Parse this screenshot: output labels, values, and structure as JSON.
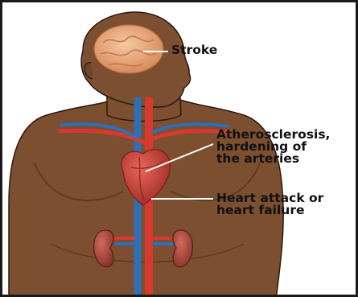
{
  "labels": {
    "stroke": [
      "Stroke"
    ],
    "atherosclerosis": [
      "Atherosclerosis,",
      "hardening of",
      "the arteries"
    ],
    "heart": [
      "Heart attack or",
      "heart failure"
    ]
  },
  "colors": {
    "skin": "#7b4f30",
    "skin_shadow": "#5f3b22",
    "brain": "#e9a57a",
    "artery": "#d8392f",
    "vein": "#2f6fb6",
    "heart": "#c33a32",
    "kidney": "#a8463f",
    "outline": "#2b1a10",
    "leader_line": "#ffffff"
  }
}
